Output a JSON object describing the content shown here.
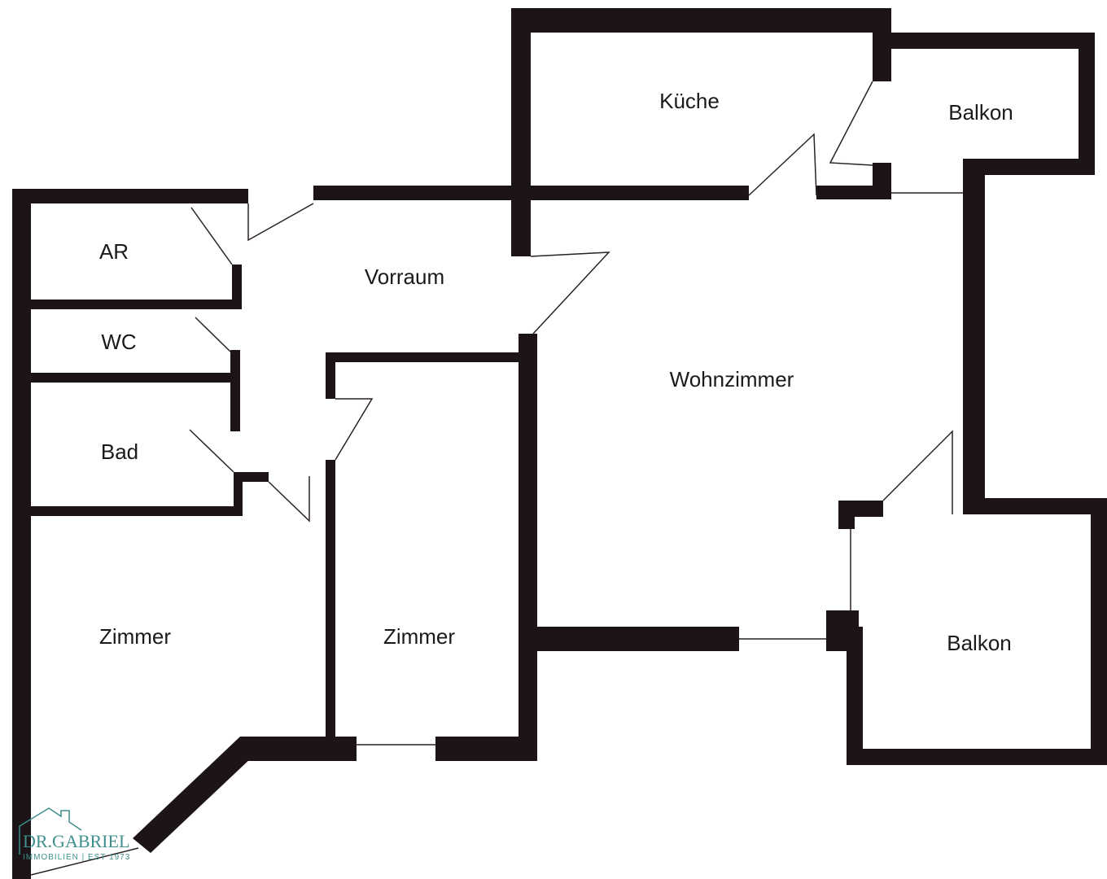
{
  "floorplan": {
    "rooms": {
      "kueche": "Küche",
      "balkon_top": "Balkon",
      "ar": "AR",
      "vorraum": "Vorraum",
      "wc": "WC",
      "wohnzimmer": "Wohnzimmer",
      "bad": "Bad",
      "zimmer_left": "Zimmer",
      "zimmer_mid": "Zimmer",
      "balkon_bottom": "Balkon"
    },
    "wall_color": "#1c1416"
  },
  "logo": {
    "name": "DR.GABRIEL",
    "tagline": "IMMOBILIEN | EST 1973",
    "color": "#3f8f8c"
  }
}
